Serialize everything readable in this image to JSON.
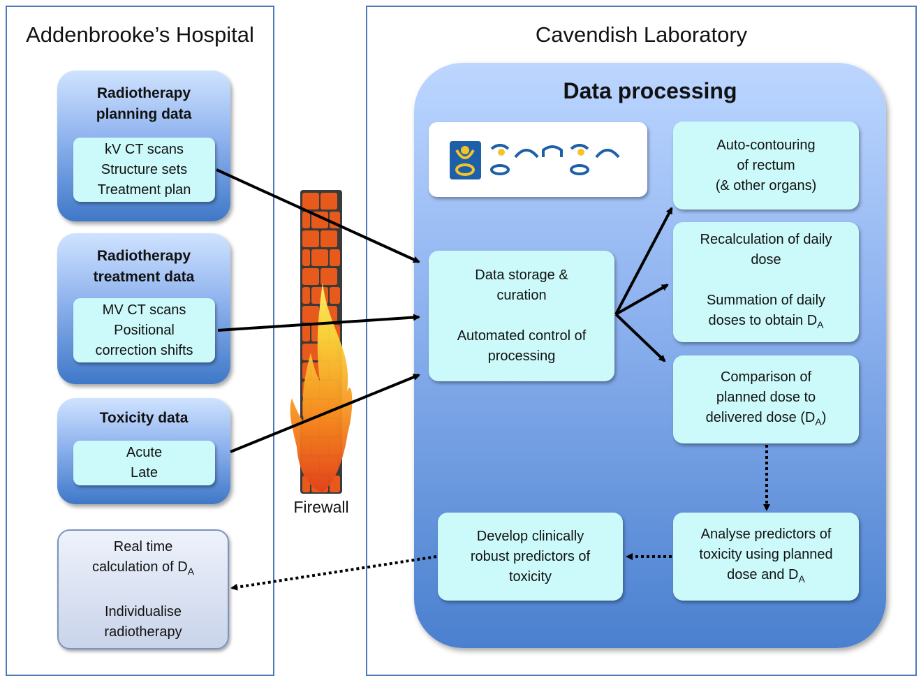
{
  "panels": {
    "left_title": "Addenbrooke’s Hospital",
    "right_title": "Cavendish Laboratory"
  },
  "sources": {
    "planning": {
      "heading": [
        "Radiotherapy",
        "planning data"
      ],
      "items": [
        "kV CT scans",
        "Structure sets",
        "Treatment plan"
      ]
    },
    "treatment": {
      "heading": [
        "Radiotherapy",
        "treatment data"
      ],
      "items": [
        "MV CT scans",
        "Positional",
        "correction shifts"
      ]
    },
    "toxicity": {
      "heading": [
        "Toxicity data"
      ],
      "items": [
        "Acute",
        "Late"
      ]
    }
  },
  "realtime": {
    "line1": "Real time",
    "line2_prefix": "calculation of D",
    "line2_sub": "A",
    "line3": "Individualise",
    "line4": "radiotherapy"
  },
  "firewall": {
    "label": "Firewall"
  },
  "processing": {
    "title": "Data processing",
    "logo_text": "ganga",
    "storage": {
      "l1": "Data storage &",
      "l2": "curation",
      "l3": "Automated control of",
      "l4": "processing"
    },
    "autocontour": {
      "l1": "Auto-contouring",
      "l2": "of rectum",
      "l3": "(& other organs)"
    },
    "recalc": {
      "l1": "Recalculation of daily",
      "l2": "dose",
      "l3": "Summation of daily",
      "l4_prefix": "doses to obtain D",
      "l4_sub": "A"
    },
    "comparison": {
      "l1": "Comparison of",
      "l2": "planned dose to",
      "l3_prefix": "delivered dose (D",
      "l3_sub": "A",
      "l3_suffix": ")"
    },
    "analyse": {
      "l1": "Analyse predictors of",
      "l2": "toxicity using planned",
      "l3_prefix": "dose and D",
      "l3_sub": "A"
    },
    "develop": {
      "l1": "Develop clinically",
      "l2": "robust predictors of",
      "l3": "toxicity"
    }
  },
  "colors": {
    "panel_border": "#4f79b9",
    "inner_box": "#ccfafa",
    "logo_blue": "#1d5fa8",
    "logo_yellow": "#f3c42a",
    "flame": "#f37b1d",
    "brick": "#e85a1c"
  }
}
